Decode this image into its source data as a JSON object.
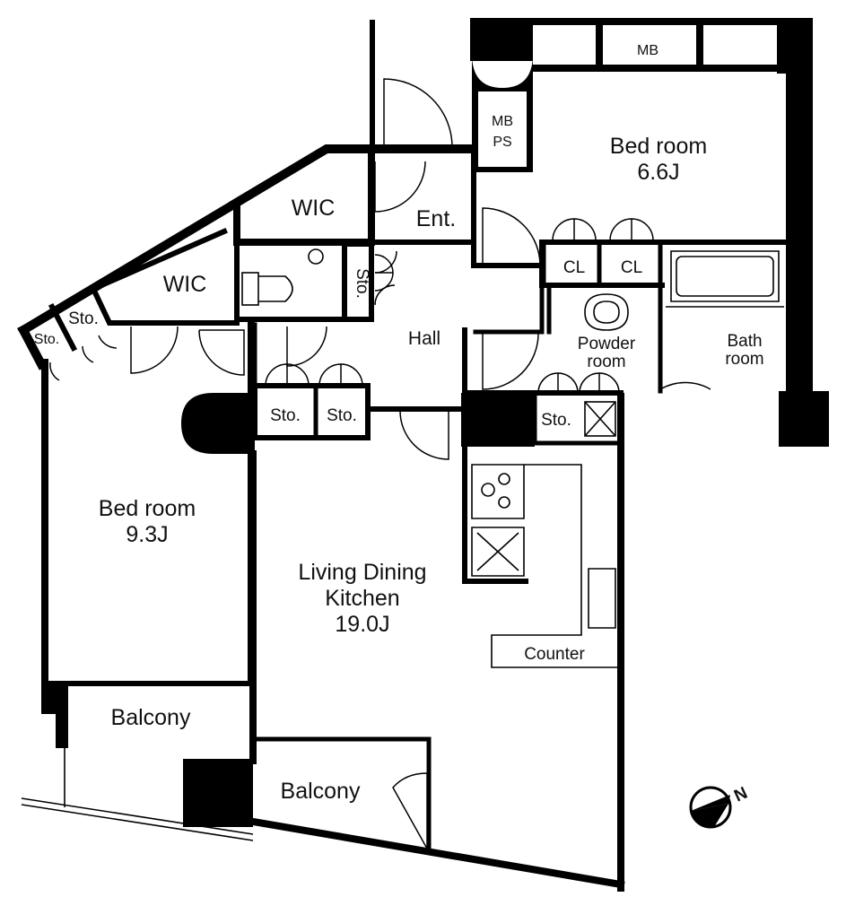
{
  "colors": {
    "wall": "#000000",
    "background": "#ffffff"
  },
  "labels": {
    "bedroom_east_name": "Bed room",
    "bedroom_east_size": "6.6J",
    "bedroom_west_name": "Bed room",
    "bedroom_west_size": "9.3J",
    "ldk_line1": "Living Dining",
    "ldk_line2": "Kitchen",
    "ldk_size": "19.0J",
    "wic_upper": "WIC",
    "wic_lower": "WIC",
    "entrance": "Ent.",
    "hall": "Hall",
    "mb_top": "MB",
    "mb_ps_line1": "MB",
    "mb_ps_line2": "PS",
    "closet_left": "CL",
    "closet_right": "CL",
    "powder_line1": "Powder",
    "powder_line2": "room",
    "bath_line1": "Bath",
    "bath_line2": "room",
    "storage_vertical": "Sto.",
    "storage_hall_left": "Sto.",
    "storage_hall_right": "Sto.",
    "storage_kitchen": "Sto.",
    "storage_west_a": "Sto.",
    "storage_west_b": "Sto.",
    "counter": "Counter",
    "balcony_west": "Balcony",
    "balcony_south": "Balcony",
    "north_mark": "N"
  },
  "icons": [
    "stove-icon",
    "sink-icon",
    "toilet-icon",
    "bathtub-icon",
    "washbasin-icon",
    "compass-icon"
  ]
}
